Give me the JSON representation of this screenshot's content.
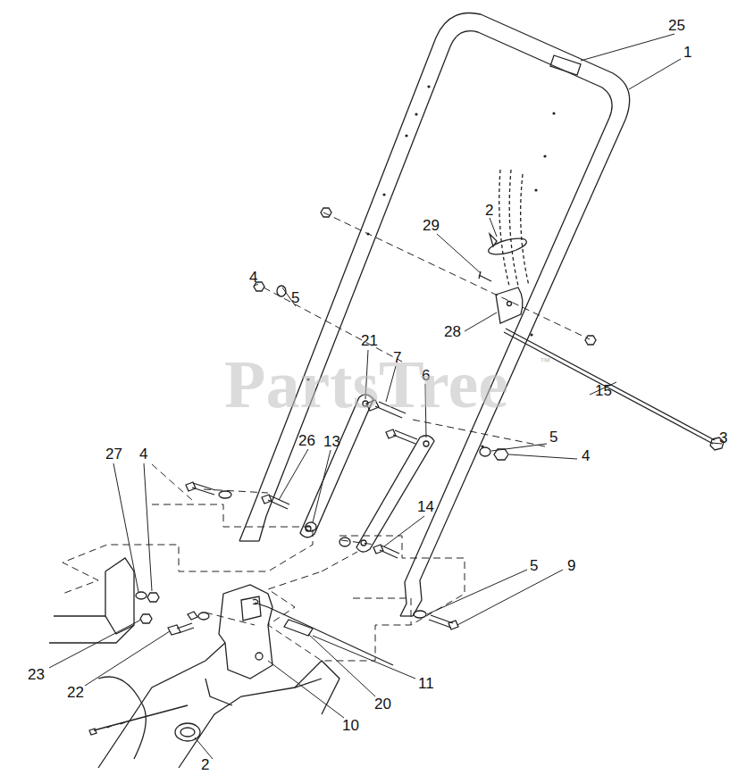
{
  "diagram": {
    "labels": [
      "25",
      "1",
      "2",
      "29",
      "4",
      "5",
      "28",
      "21",
      "7",
      "6",
      "15",
      "26",
      "13",
      "27",
      "4",
      "5",
      "4",
      "3",
      "14",
      "5",
      "9",
      "23",
      "22",
      "11",
      "20",
      "10",
      "2",
      "PartsTree",
      "™"
    ]
  }
}
